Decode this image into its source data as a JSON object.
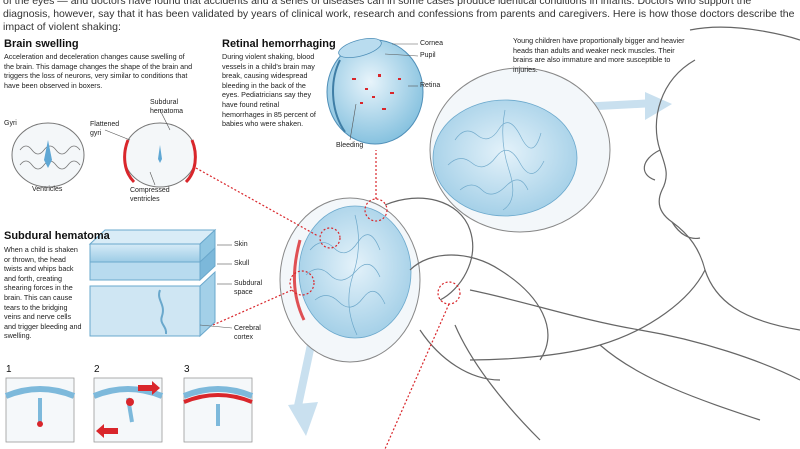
{
  "intro": "of the eyes — and doctors have found that accidents and a series of diseases can in some cases produce identical conditions in infants. Doctors who support the diagnosis, however, say that it has been validated by years of clinical work, research and confessions from parents and caregivers. Here is how those doctors describe the impact of violent shaking:",
  "brain_swelling": {
    "title": "Brain swelling",
    "text": "Acceleration and deceleration changes cause swelling of the brain. This damage changes the shape of the brain and triggers the loss of neurons, very similar to conditions that have been observed in boxers.",
    "labels": {
      "gyri": "Gyri",
      "flattened_gyri": "Flattened gyri",
      "subdural_hematoma": "Subdural hematoma",
      "ventricles": "Ventricles",
      "compressed_ventricles": "Compressed ventricles"
    }
  },
  "retinal": {
    "title": "Retinal hemorrhaging",
    "text": "During violent shaking, blood vessels in a child's brain may break, causing widespread bleeding in the back of the eyes. Pediatricians say they have found retinal hemorrhages in 85 percent of babies who were shaken.",
    "labels": {
      "cornea": "Cornea",
      "pupil": "Pupil",
      "retina": "Retina",
      "bleeding": "Bleeding"
    }
  },
  "children_note": "Young children have proportionally bigger and heavier heads than adults and weaker neck muscles. Their brains are also immature and more susceptible to injuries.",
  "subdural": {
    "title": "Subdural hematoma",
    "text": "When a child is shaken or thrown, the head twists and whips back and forth, creating shearing forces in the brain. This can cause tears to the bridging veins and nerve cells and trigger bleeding and swelling.",
    "labels": {
      "skin": "Skin",
      "skull": "Skull",
      "subdural_space": "Subdural space",
      "cerebral_cortex": "Cerebral cortex"
    },
    "steps": [
      "1",
      "2",
      "3"
    ]
  },
  "colors": {
    "brain_blue": "#8fc6e2",
    "light_blue": "#cfe6f3",
    "blood_red": "#d9262b",
    "arrow_blue": "#bcd9ec",
    "line": "#555555"
  }
}
